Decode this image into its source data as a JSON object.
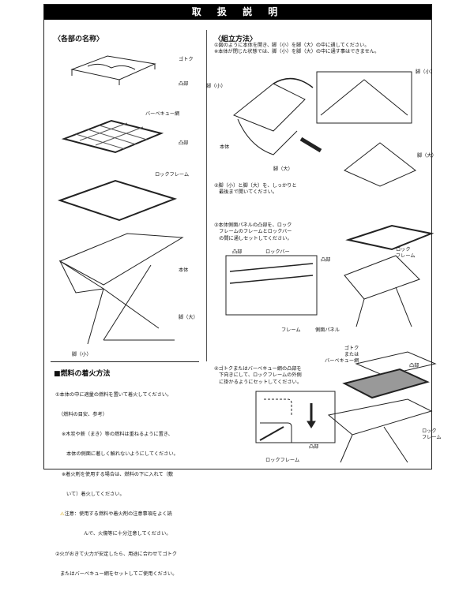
{
  "title": "取 扱 説 明",
  "parts": {
    "heading": "〈各部の名称〉",
    "gotoku": "ゴトク",
    "tobu1": "凸部",
    "bbq_net": "バーベキュー網",
    "tobu2": "凸部",
    "lock_frame": "ロックフレーム",
    "body": "本体",
    "leg_large": "脚（大）",
    "leg_small": "脚（小）"
  },
  "fuel": {
    "heading": "■燃料の着火方法",
    "lines": [
      "①本体の中に適量の燃料を置いて着火してください。",
      "（燃料の目安、参考）",
      "※木炭や薪（まき）等の燃料は重ねるように置き、",
      "本体の側面に著しく触れないようにしてください。",
      "※着火剤を使用する場合は、燃料の下に入れて（敷",
      "いて）着火してください。",
      "注意：使用する燃料や着火剤の注意事項をよく読",
      "んで、火傷等に十分注意してください。",
      "②火がおきて火力が安定したら、用途に合わせてゴトク",
      "またはバーベキュー網をセットしてご使用ください。"
    ],
    "warning_icon": "warning-icon"
  },
  "assembly": {
    "heading": "〈組立方法〉",
    "step1": "①図のように本体を開き、脚（小）を脚（大）の中に通してください。\n※本体が閉じた状態では、脚（小）を脚（大）の中に通す事はできません。",
    "step1_labels": {
      "leg_small": "脚（小）",
      "body": "本体",
      "leg_large": "脚（大）",
      "leg_small2": "脚（小）",
      "leg_large2": "脚（大）"
    },
    "step2": "②脚（小）と脚（大）を、しっかりと\n　最後まで開いてください。",
    "step3": "③本体側面パネルの凸部を、ロック\n　フレームのフレームとロックバー\n　の間に通しセットしてください。",
    "step3_labels": {
      "tobu": "凸部",
      "lock_bar": "ロックバー",
      "frame": "フレーム",
      "side_panel": "側面パネル",
      "tobu2": "凸部",
      "lock_frame": "ロック\nフレーム"
    },
    "step4": "④ゴトクまたはバーベキュー網の凸部を\n　下向きにして、ロックフレームの外側\n　に掛かるようにセットしてください。",
    "step4_labels": {
      "gotoku_or_net": "ゴトク\nまたは\nバーベキュー網",
      "tobu": "凸部",
      "lock_frame": "ロック\nフレーム",
      "tobu_detail": "凸部",
      "lock_frame_detail": "ロックフレーム"
    }
  }
}
